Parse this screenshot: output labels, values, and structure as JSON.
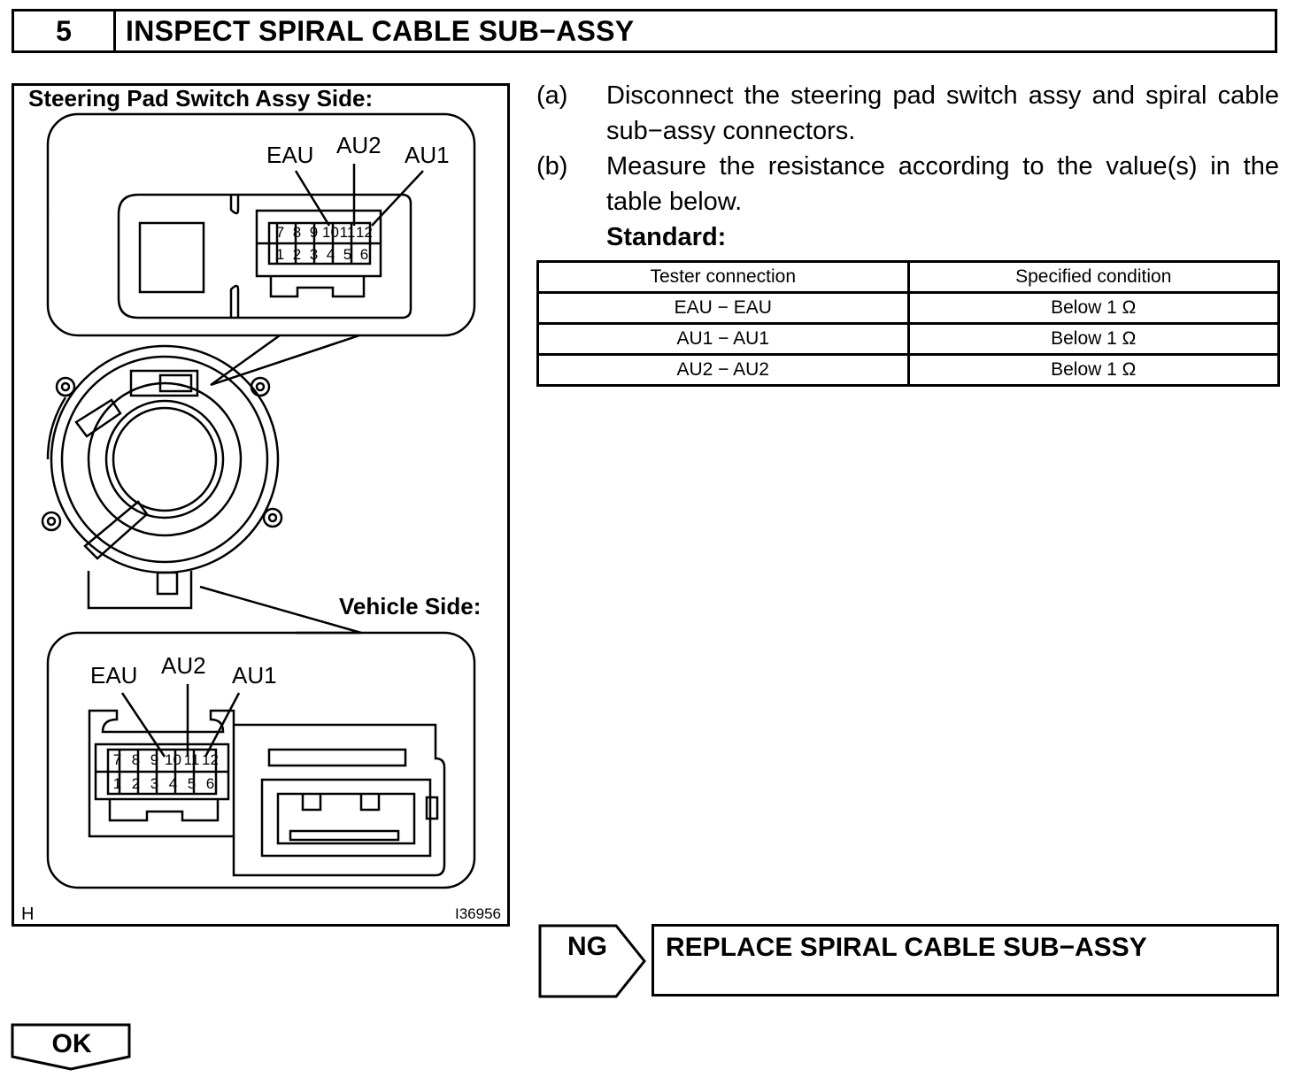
{
  "step": {
    "number": "5",
    "title": "INSPECT SPIRAL CABLE SUB−ASSY"
  },
  "figure": {
    "steering_side_label": "Steering Pad Switch Assy Side:",
    "vehicle_side_label": "Vehicle Side:",
    "top_pins": {
      "eau": "EAU",
      "au2": "AU2",
      "au1": "AU1"
    },
    "bottom_pins": {
      "eau": "EAU",
      "au2": "AU2",
      "au1": "AU1"
    },
    "pin_row_top": [
      "7",
      "8",
      "9",
      "10",
      "11",
      "12"
    ],
    "pin_row_bottom": [
      "1",
      "2",
      "3",
      "4",
      "5",
      "6"
    ],
    "corner_letter": "H",
    "figure_id": "I36956"
  },
  "steps": [
    {
      "letter": "(a)",
      "text": "Disconnect the steering pad switch assy and spiral cable sub−assy connectors."
    },
    {
      "letter": "(b)",
      "text": "Measure the resistance according to the value(s) in the table below."
    }
  ],
  "standard_label": "Standard:",
  "table": {
    "headers": [
      "Tester connection",
      "Specified condition"
    ],
    "rows": [
      [
        "EAU − EAU",
        "Below 1 Ω"
      ],
      [
        "AU1 − AU1",
        "Below 1 Ω"
      ],
      [
        "AU2 − AU2",
        "Below 1 Ω"
      ]
    ]
  },
  "ng": {
    "label": "NG",
    "action": "REPLACE SPIRAL CABLE SUB−ASSY"
  },
  "ok": {
    "label": "OK"
  }
}
